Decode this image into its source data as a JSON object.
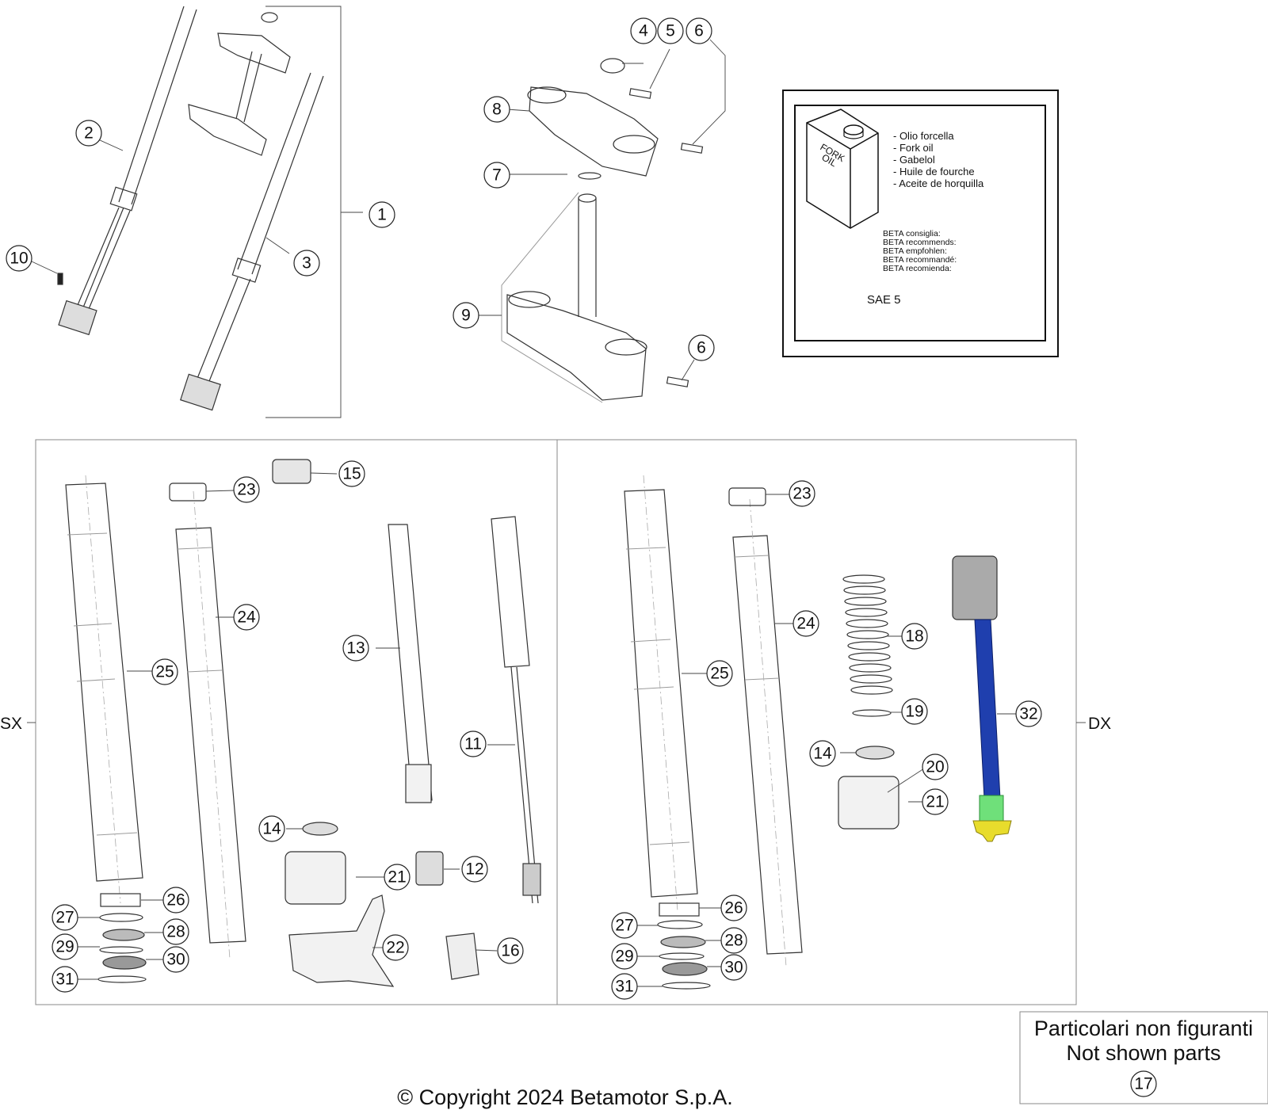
{
  "callouts": [
    "1",
    "2",
    "3",
    "4",
    "5",
    "6",
    "7",
    "8",
    "9",
    "10",
    "11",
    "12",
    "13",
    "14",
    "15",
    "16",
    "17",
    "18",
    "19",
    "20",
    "21",
    "22",
    "23",
    "24",
    "25",
    "26",
    "27",
    "28",
    "29",
    "30",
    "31",
    "32"
  ],
  "sides": {
    "left": "SX",
    "right": "DX"
  },
  "oil_box": {
    "can_label_line1": "FORK",
    "can_label_line2": "OIL",
    "names": [
      "- Olio forcella",
      "- Fork oil",
      "- Gabelol",
      "- Huile de fourche",
      "- Aceite de horquilla"
    ],
    "recommends": [
      "BETA consiglia:",
      "BETA recommends:",
      "BETA empfohlen:",
      "BETA recommandé:",
      "BETA recomienda:"
    ],
    "grade": "SAE 5"
  },
  "not_shown": {
    "line1": "Particolari non figuranti",
    "line2": "Not shown parts",
    "part": "17"
  },
  "copyright": "© Copyright 2024 Betamotor S.p.A.",
  "colors": {
    "blue_rod": "#1f3fae",
    "green_spring": "#6fe07a",
    "yellow_part": "#e8dc2c"
  }
}
